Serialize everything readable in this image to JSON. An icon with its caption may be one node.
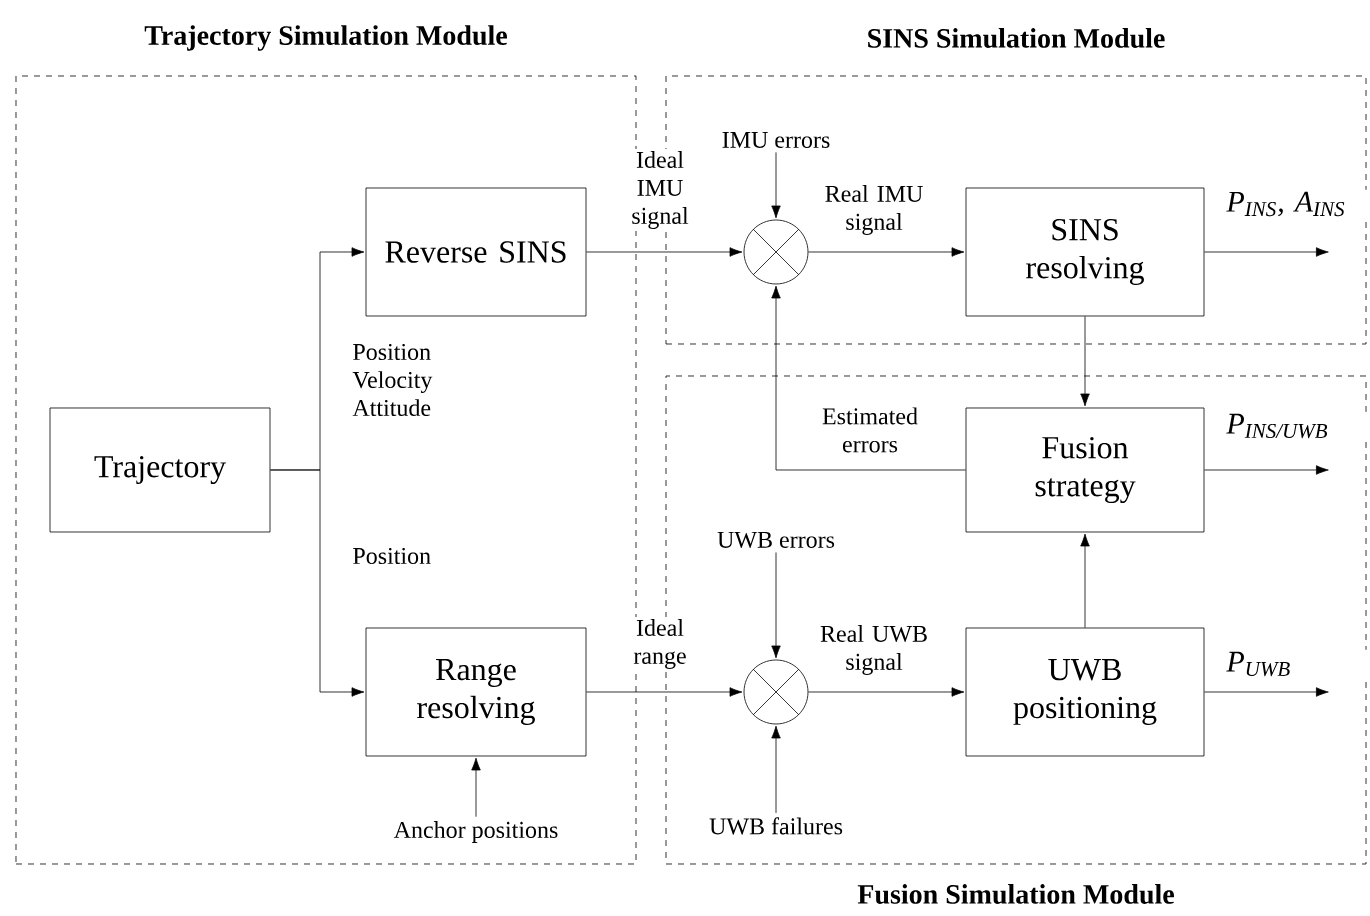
{
  "diagram": {
    "nodes": [
      {
        "text": [
          "Trajectory Simulation Module"
        ]
      },
      {
        "text": [
          "SINS Simulation Module"
        ]
      },
      {
        "text": [
          "Fusion Simulation Module"
        ]
      },
      {
        "text": [
          "Reverse SINS"
        ],
        "in": 0
      },
      {
        "text": [
          "IMU errors"
        ],
        "in": 1
      },
      {
        "text": [],
        "shape": "circle",
        "in": 1
      },
      {
        "text": [
          "SINS resolving"
        ],
        "in": 1
      },
      {
        "text": [
          "Trajectory"
        ],
        "in": 0
      },
      {
        "text": [
          "Fusion strategy"
        ],
        "in": 2
      },
      {
        "text": [
          "UWB errors"
        ],
        "in": 2
      },
      {
        "text": [
          "Range resolving"
        ],
        "in": 0
      },
      {
        "text": [],
        "shape": "circle",
        "in": 2
      },
      {
        "text": [
          "UWB positioning"
        ],
        "in": 2
      },
      {
        "text": [
          "Anchor positions"
        ],
        "in": 0
      },
      {
        "text": [
          "UWB failures"
        ],
        "in": 2
      }
    ],
    "edges": [
      {
        "from": 7,
        "to": 3,
        "arrow": "to",
        "label": "Position Velocity Attitude"
      },
      {
        "from": 7,
        "to": 10,
        "arrow": "to",
        "label": "Position"
      },
      {
        "from": 3,
        "to": 5,
        "arrow": "to",
        "label": "Ideal IMU signal"
      },
      {
        "from": 4,
        "to": 5,
        "arrow": "to"
      },
      {
        "from": 5,
        "to": 6,
        "arrow": "to",
        "label": "Real IMU signal"
      },
      {
        "from": 6,
        "to": null,
        "arrow": "to",
        "label": "P$_{INS}$, A$_{INS}$"
      },
      {
        "from": 6,
        "to": 8,
        "arrow": "to"
      },
      {
        "from": 8,
        "to": 5,
        "arrow": "to",
        "label": "Estimated errors"
      },
      {
        "from": 8,
        "to": null,
        "arrow": "to",
        "label": "P$_{INS/UWB}$"
      },
      {
        "from": 10,
        "to": 11,
        "arrow": "to",
        "label": "Ideal range"
      },
      {
        "from": 9,
        "to": 11,
        "arrow": "to"
      },
      {
        "from": 14,
        "to": 11,
        "arrow": "to"
      },
      {
        "from": 11,
        "to": 12,
        "arrow": "to",
        "label": "Real UWB signal"
      },
      {
        "from": 12,
        "to": 8,
        "arrow": "to"
      },
      {
        "from": 12,
        "to": null,
        "arrow": "to",
        "label": "P$_{UWB}$"
      },
      {
        "from": 13,
        "to": 10,
        "arrow": "to"
      }
    ]
  }
}
